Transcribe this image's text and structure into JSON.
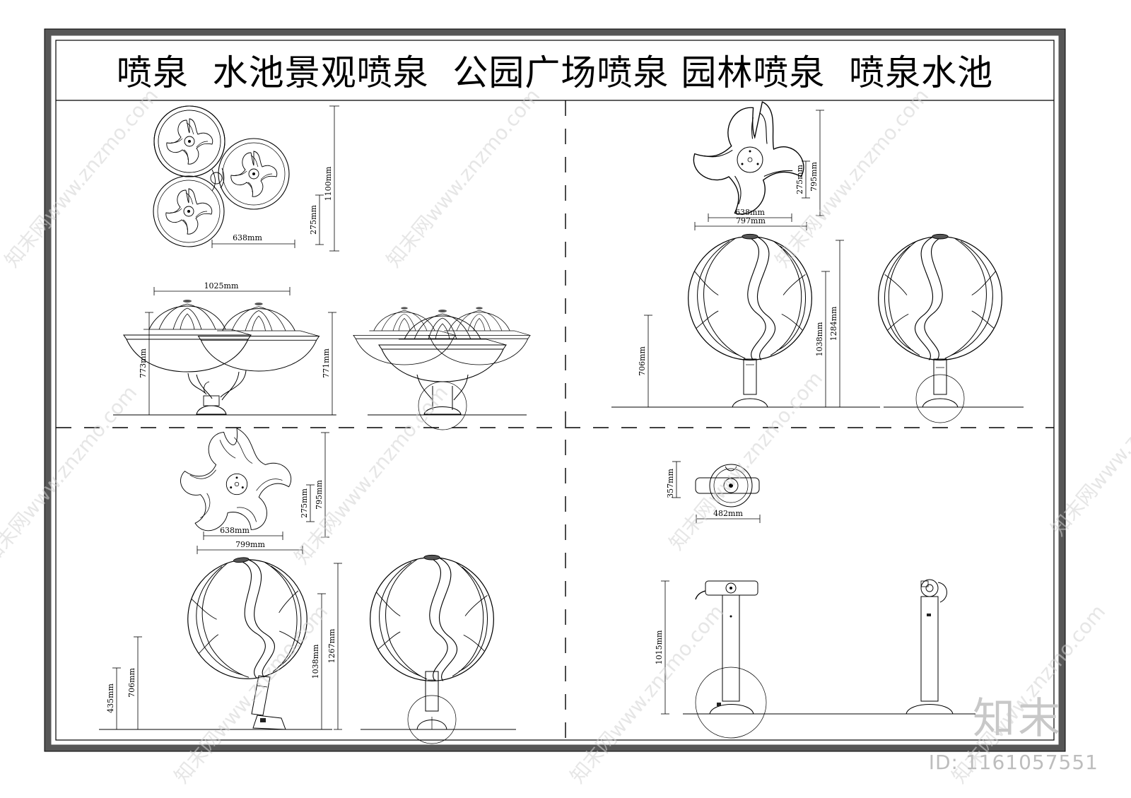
{
  "title": "喷泉  水池景观喷泉  公园广场喷泉 园林喷泉  喷泉水池",
  "watermark": "知末网www.znzmo.com",
  "brand": "知末",
  "id_label": "ID: 1161057551",
  "dimensions": {
    "tl_plan_height": "1100mm",
    "tl_plan_part": "275mm",
    "tl_plan_width": "638mm",
    "tl_elev_width": "1025mm",
    "tl_elev_height_left": "773mm",
    "tl_elev_height_right": "771mm",
    "tr_plan_width_inner": "638mm",
    "tr_plan_width_outer": "797mm",
    "tr_plan_part": "275mm",
    "tr_plan_height": "795mm",
    "tr_elev_706": "706mm",
    "tr_elev_1038": "1038mm",
    "tr_elev_1284": "1284mm",
    "bl_plan_width_inner": "638mm",
    "bl_plan_width_outer": "799mm",
    "bl_plan_part": "275mm",
    "bl_plan_height": "795mm",
    "bl_elev_435": "435mm",
    "bl_elev_706": "706mm",
    "bl_elev_1038": "1038mm",
    "bl_elev_1267": "1267mm",
    "br_plan_height": "357mm",
    "br_plan_width": "482mm",
    "br_elev_height": "1015mm"
  },
  "colors": {
    "line": "#000000",
    "frame_band": "#575757",
    "watermark": "#d2d2d2"
  }
}
